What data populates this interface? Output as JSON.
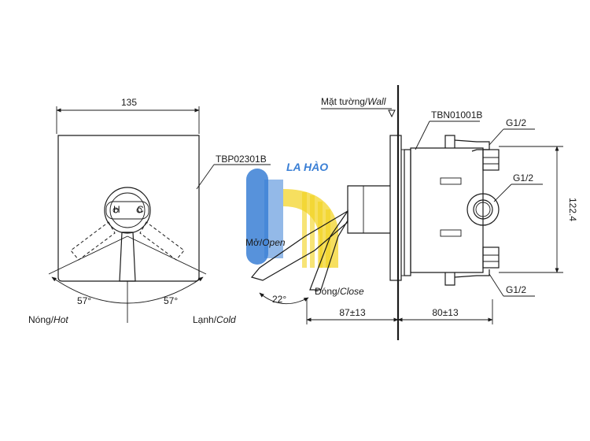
{
  "front_view": {
    "width_dim": "135",
    "model_label": "TBP02301B",
    "hot_label_vn": "Nóng/",
    "hot_label_en": "Hot",
    "cold_label_vn": "Lạnh/",
    "cold_label_en": "Cold",
    "angle_left": "57°",
    "angle_right": "57°"
  },
  "side_view": {
    "wall_label_vn": "Mặt tường/",
    "wall_label_en": "Wall",
    "valve_label": "TBN01001B",
    "port_top": "G1/2",
    "port_mid": "G1/2",
    "port_bottom": "G1/2",
    "height_dim": "122.4",
    "open_label_vn": "Mở/",
    "open_label_en": "Open",
    "close_label_vn": "Đóng/",
    "close_label_en": "Close",
    "angle_lever": "22°",
    "dim_front": "87±13",
    "dim_back": "80±13"
  },
  "watermark": {
    "text": "LA HÀO",
    "colors": {
      "blue": "#3a7fd5",
      "yellow": "#f2d21b"
    }
  }
}
